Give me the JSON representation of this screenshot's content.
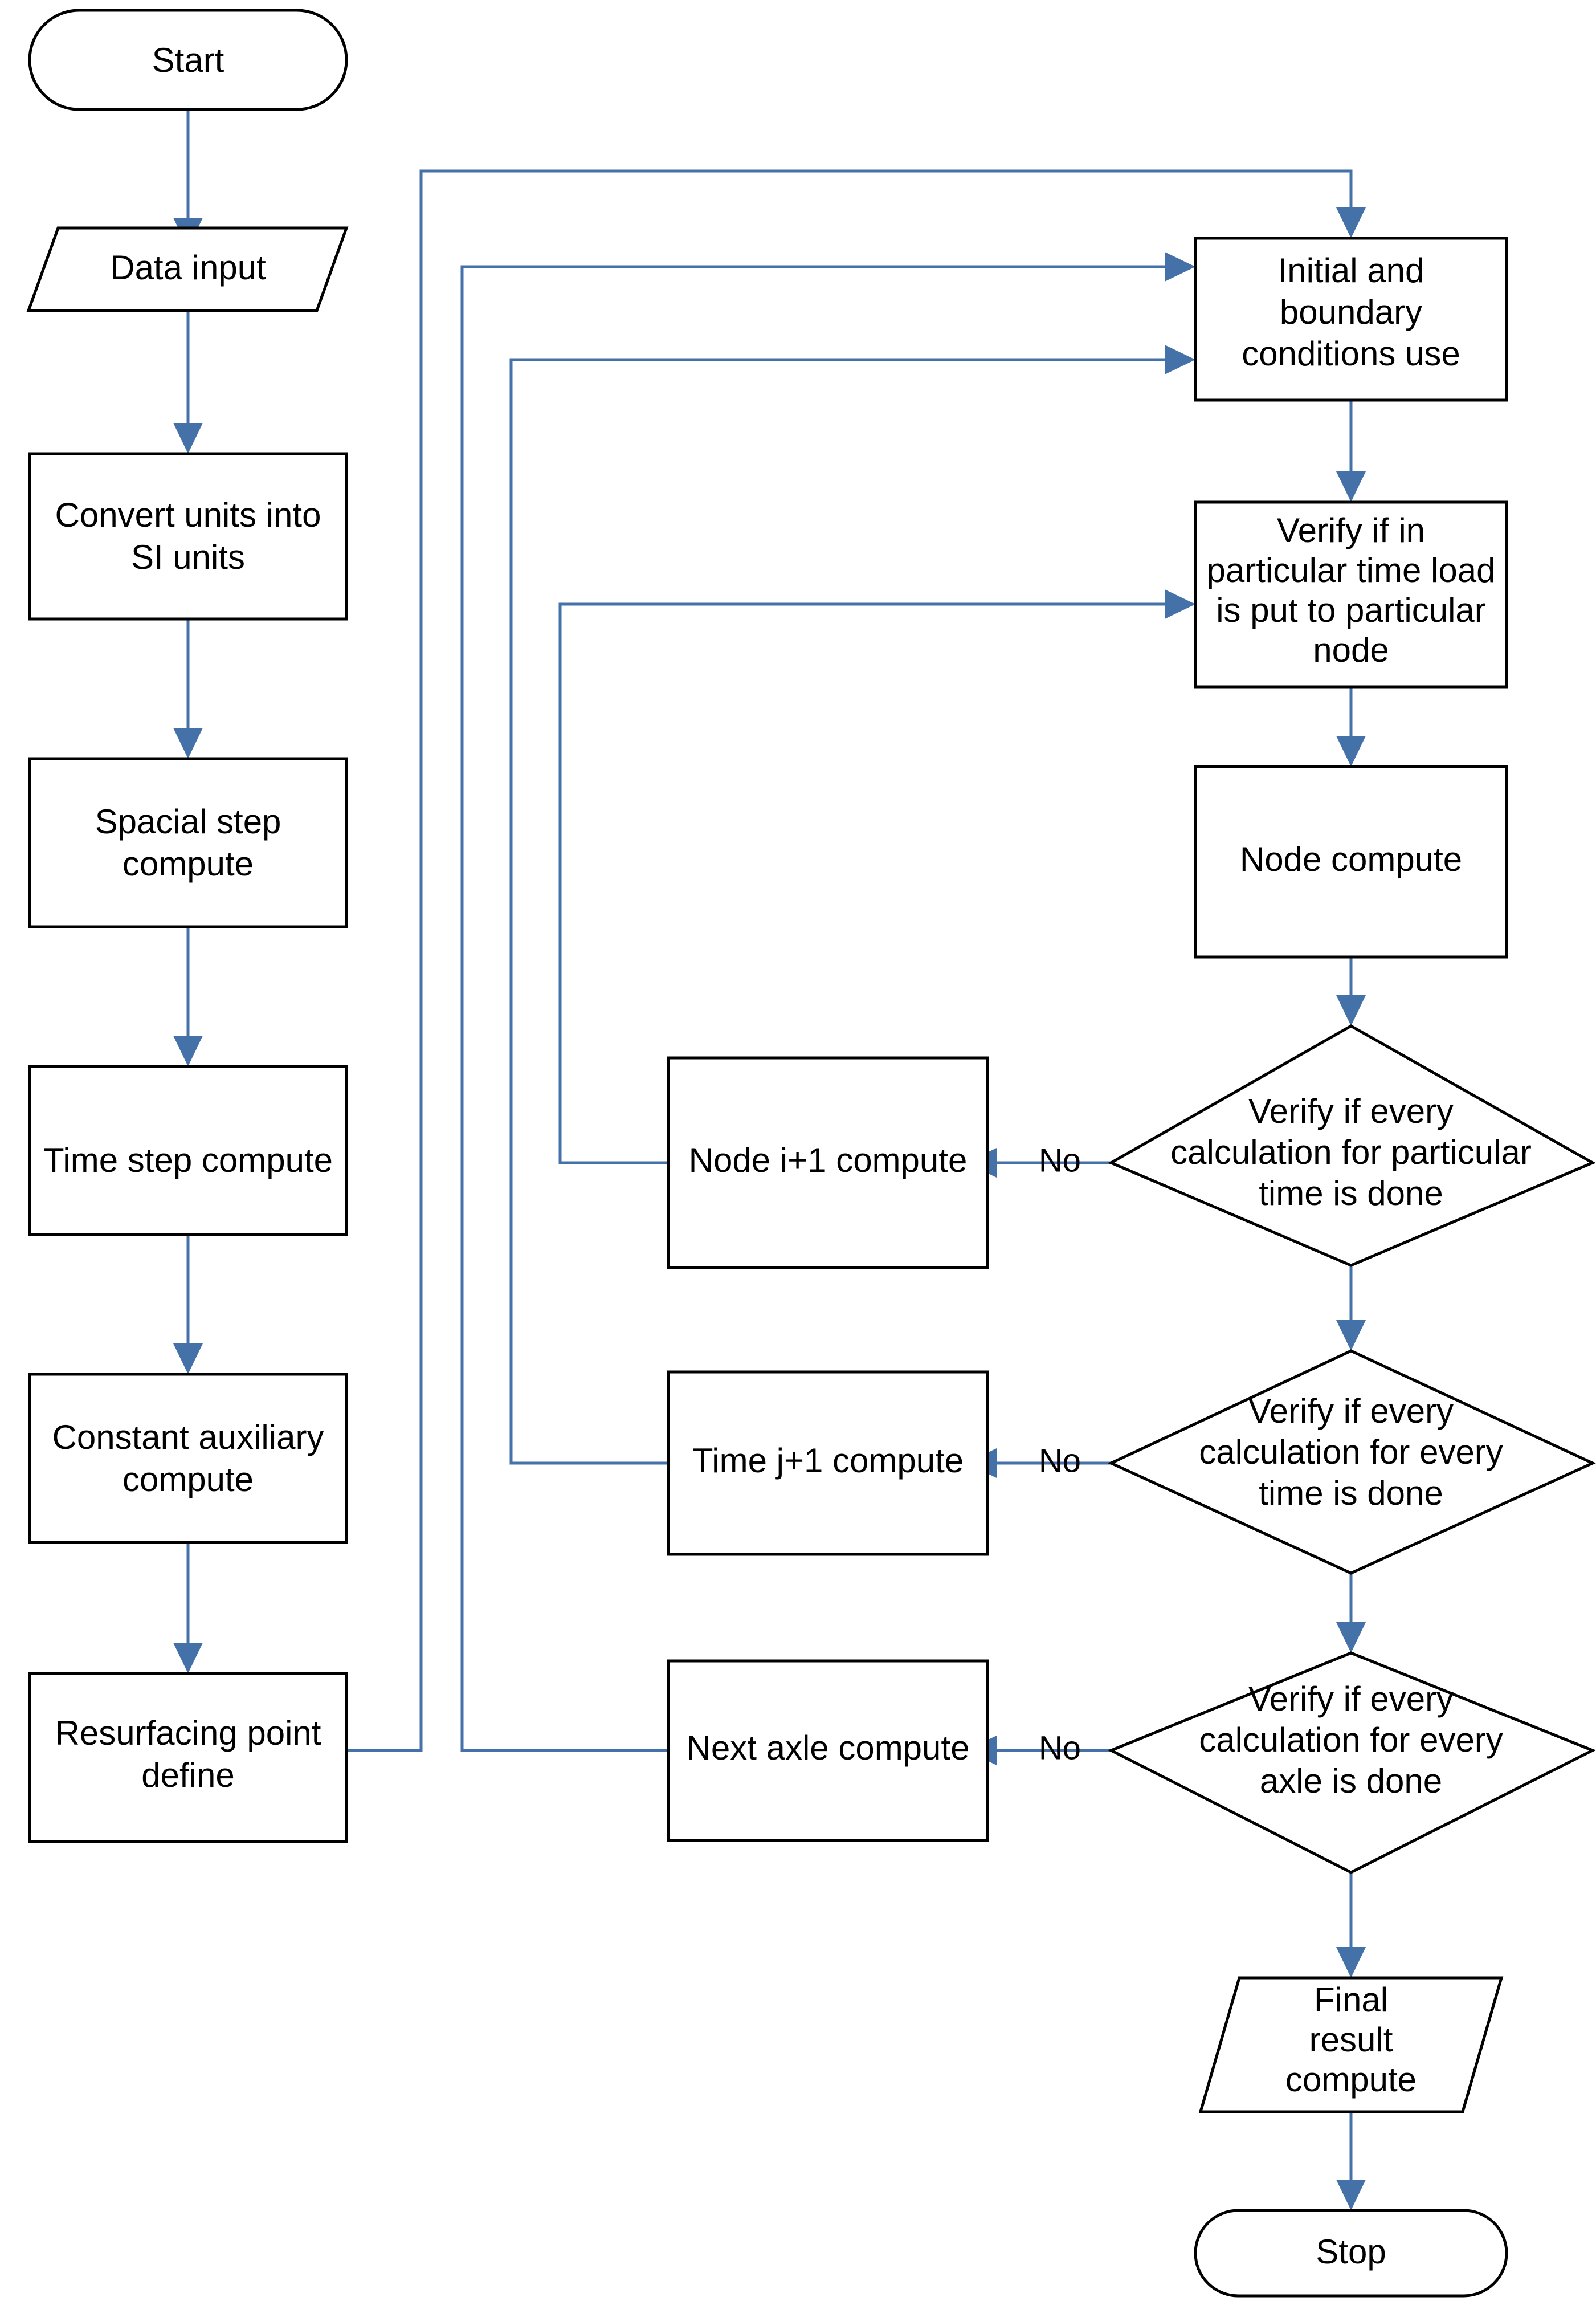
{
  "diagram": {
    "type": "flowchart",
    "title": "",
    "colors": {
      "node_stroke": "#000000",
      "node_fill": "#ffffff",
      "edge": "#4472a8",
      "text": "#000000",
      "background": "#ffffff"
    },
    "nodes": [
      {
        "id": "start",
        "shape": "terminator",
        "lines": [
          "Start"
        ]
      },
      {
        "id": "data_input",
        "shape": "parallelogram",
        "lines": [
          "Data input"
        ]
      },
      {
        "id": "convert",
        "shape": "process",
        "lines": [
          "Convert units into",
          "SI units"
        ]
      },
      {
        "id": "spacial",
        "shape": "process",
        "lines": [
          "Spacial step",
          "compute"
        ]
      },
      {
        "id": "timestep",
        "shape": "process",
        "lines": [
          "Time step compute"
        ]
      },
      {
        "id": "constaux",
        "shape": "process",
        "lines": [
          "Constant auxiliary",
          "compute"
        ]
      },
      {
        "id": "resurfacing",
        "shape": "process",
        "lines": [
          "Resurfacing point",
          "define"
        ]
      },
      {
        "id": "initbound",
        "shape": "process",
        "lines": [
          "Initial and",
          "boundary",
          "conditions use"
        ]
      },
      {
        "id": "verifyload",
        "shape": "process",
        "lines": [
          "Verify if in",
          "particular time load",
          "is put to particular",
          "node"
        ]
      },
      {
        "id": "nodecompute",
        "shape": "process",
        "lines": [
          "Node compute"
        ]
      },
      {
        "id": "dec_node",
        "shape": "decision",
        "lines": [
          "Verify if every",
          "calculation for particular",
          "time is done"
        ]
      },
      {
        "id": "dec_time",
        "shape": "decision",
        "lines": [
          "Verify if every",
          "calculation for every",
          "time is done"
        ]
      },
      {
        "id": "dec_axle",
        "shape": "decision",
        "lines": [
          "Verify if every",
          "calculation for every",
          "axle is done"
        ]
      },
      {
        "id": "node_i1",
        "shape": "process",
        "lines": [
          "Node i+1 compute"
        ]
      },
      {
        "id": "time_j1",
        "shape": "process",
        "lines": [
          "Time j+1 compute"
        ]
      },
      {
        "id": "next_axle",
        "shape": "process",
        "lines": [
          "Next axle compute"
        ]
      },
      {
        "id": "finalresult",
        "shape": "parallelogram",
        "lines": [
          "Final",
          "result",
          "compute"
        ]
      },
      {
        "id": "stop",
        "shape": "terminator",
        "lines": [
          "Stop"
        ]
      }
    ],
    "edge_labels": {
      "dec_node_no": "No",
      "dec_time_no": "No",
      "dec_axle_no": "No"
    },
    "edges": [
      {
        "from": "start",
        "to": "data_input",
        "label": ""
      },
      {
        "from": "data_input",
        "to": "convert",
        "label": ""
      },
      {
        "from": "convert",
        "to": "spacial",
        "label": ""
      },
      {
        "from": "spacial",
        "to": "timestep",
        "label": ""
      },
      {
        "from": "timestep",
        "to": "constaux",
        "label": ""
      },
      {
        "from": "constaux",
        "to": "resurfacing",
        "label": ""
      },
      {
        "from": "resurfacing",
        "to": "initbound",
        "label": ""
      },
      {
        "from": "initbound",
        "to": "verifyload",
        "label": ""
      },
      {
        "from": "verifyload",
        "to": "nodecompute",
        "label": ""
      },
      {
        "from": "nodecompute",
        "to": "dec_node",
        "label": ""
      },
      {
        "from": "dec_node",
        "to": "node_i1",
        "label": "No"
      },
      {
        "from": "node_i1",
        "to": "verifyload",
        "label": ""
      },
      {
        "from": "dec_node",
        "to": "dec_time",
        "label": ""
      },
      {
        "from": "dec_time",
        "to": "time_j1",
        "label": "No"
      },
      {
        "from": "time_j1",
        "to": "initbound",
        "label": ""
      },
      {
        "from": "dec_time",
        "to": "dec_axle",
        "label": ""
      },
      {
        "from": "dec_axle",
        "to": "next_axle",
        "label": "No"
      },
      {
        "from": "next_axle",
        "to": "initbound",
        "label": ""
      },
      {
        "from": "dec_axle",
        "to": "finalresult",
        "label": ""
      },
      {
        "from": "finalresult",
        "to": "stop",
        "label": ""
      }
    ]
  }
}
